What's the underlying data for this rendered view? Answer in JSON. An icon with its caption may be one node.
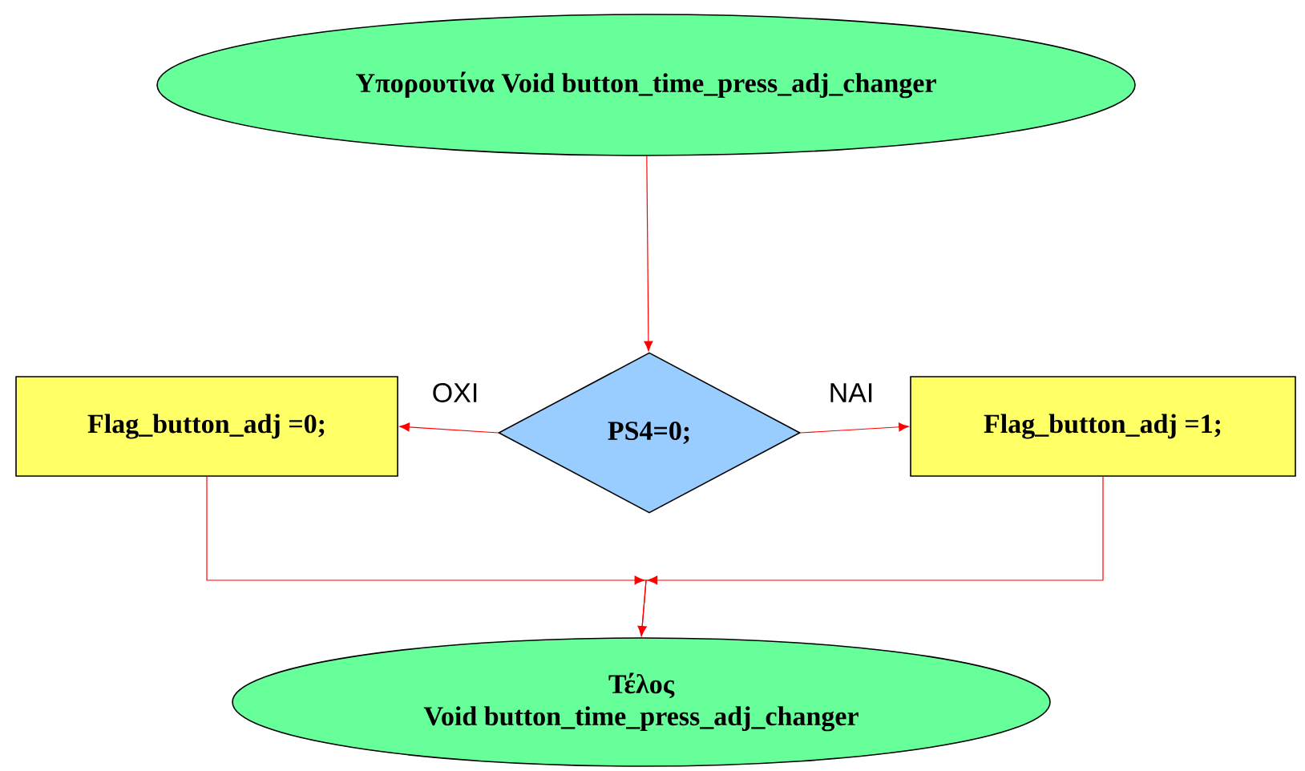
{
  "diagram": {
    "nodes": [
      {
        "text": [
          "Υπορουτίνα Void button_time_press_adj_changer"
        ]
      },
      {
        "text": [
          "PS4=0;"
        ]
      },
      {
        "text": [
          "Flag_button_adj =0;"
        ]
      },
      {
        "text": [
          "Flag_button_adj =1;"
        ]
      },
      {
        "text": [
          "Τέλος",
          "Void button_time_press_adj_changer"
        ]
      }
    ],
    "edges": [
      {
        "from": 0,
        "to": 1,
        "arrow": "to"
      },
      {
        "from": 1,
        "to": 2,
        "arrow": "to",
        "label": "ΟΧΙ"
      },
      {
        "from": 1,
        "to": 3,
        "arrow": "to",
        "label": "ΝΑΙ"
      },
      {
        "from": 2,
        "to": 4,
        "arrow": "to"
      },
      {
        "from": 3,
        "to": 4,
        "arrow": "to"
      }
    ]
  }
}
